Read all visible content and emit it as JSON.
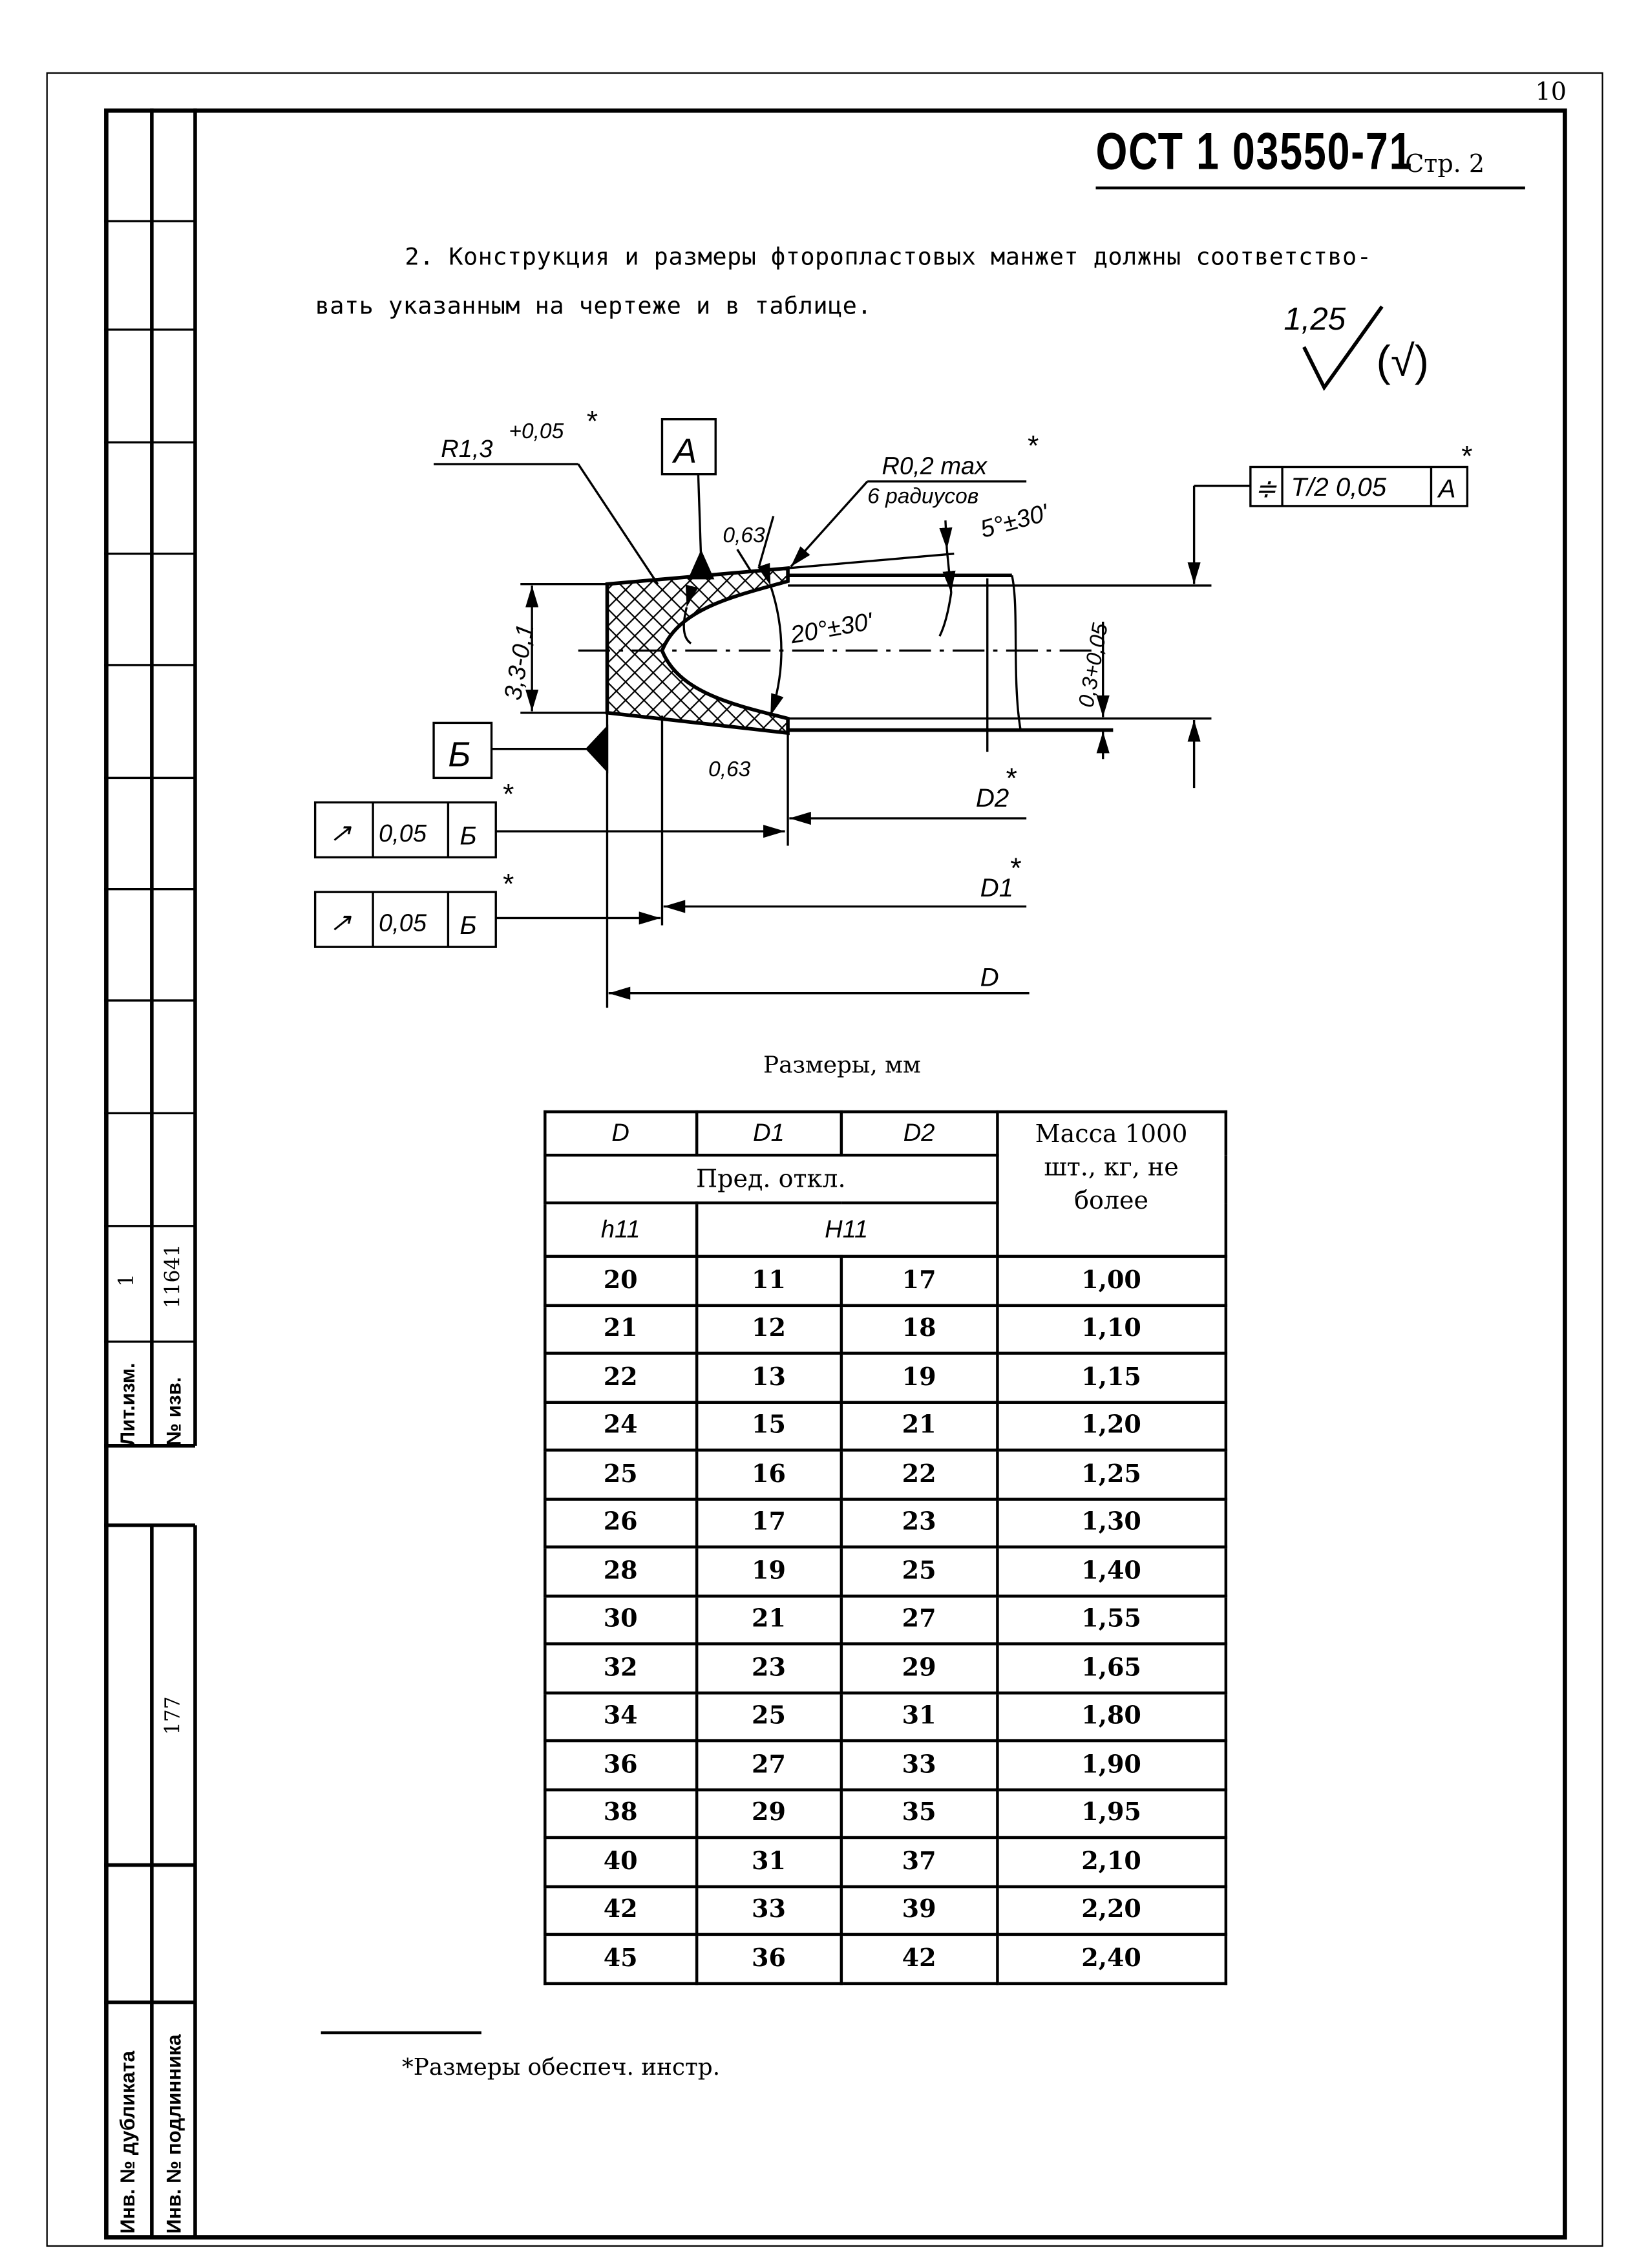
{
  "page_number": "10",
  "header": {
    "standard": "ОСТ 1 03550-71",
    "page_label": "Стр. 2"
  },
  "paragraph": {
    "line1": "2. Конструкция и размеры фторопластовых манжет должны соответство-",
    "line2": "вать указанным на чертеже и в таблице."
  },
  "roughness": {
    "value": "1,25",
    "symbol": "(√)"
  },
  "drawing": {
    "radius_label": "R1,3",
    "radius_tol": "+0,05",
    "asterisk": "*",
    "datum_a": "А",
    "datum_b": "Б",
    "roughness_top": "0,63",
    "roughness_bottom": "0,63",
    "r02_label": "R0,2 max",
    "r02_note": "6 радиусов",
    "angle_small": "5°±30'",
    "angle_large": "20°±30'",
    "height_dim": "3,3-0,1",
    "gap_dim": "0,3+0,05",
    "symmetry_symbol": "≑",
    "symmetry_tol": "T/2 0,05",
    "runout_symbol": "↗",
    "runout_tol": "0,05",
    "d2_label": "D2",
    "d1_label": "D1",
    "d_label": "D"
  },
  "table": {
    "caption": "Размеры, мм",
    "headers": {
      "d": "D",
      "d1": "D1",
      "d2": "D2",
      "mass": "Масса 1000 шт., кг, не более",
      "tolerance": "Пред. откл.",
      "h11": "h11",
      "H11": "H11"
    },
    "rows": [
      [
        "20",
        "11",
        "17",
        "1,00"
      ],
      [
        "21",
        "12",
        "18",
        "1,10"
      ],
      [
        "22",
        "13",
        "19",
        "1,15"
      ],
      [
        "24",
        "15",
        "21",
        "1,20"
      ],
      [
        "25",
        "16",
        "22",
        "1,25"
      ],
      [
        "26",
        "17",
        "23",
        "1,30"
      ],
      [
        "28",
        "19",
        "25",
        "1,40"
      ],
      [
        "30",
        "21",
        "27",
        "1,55"
      ],
      [
        "32",
        "23",
        "29",
        "1,65"
      ],
      [
        "34",
        "25",
        "31",
        "1,80"
      ],
      [
        "36",
        "27",
        "33",
        "1,90"
      ],
      [
        "38",
        "29",
        "35",
        "1,95"
      ],
      [
        "40",
        "31",
        "37",
        "2,10"
      ],
      [
        "42",
        "33",
        "39",
        "2,20"
      ],
      [
        "45",
        "36",
        "42",
        "2,40"
      ]
    ]
  },
  "footnote": "*Размеры обеспеч. инстр.",
  "side_strip": {
    "lit_izm_label": "Лит.изм.",
    "lit_izm_value": "1",
    "no_izv_label": "№ изв.",
    "no_izv_value": "11641",
    "inv_dubl_label": "Инв. № дубликата",
    "inv_podl_label": "Инв. № подлинника",
    "inv_podl_value": "177"
  }
}
